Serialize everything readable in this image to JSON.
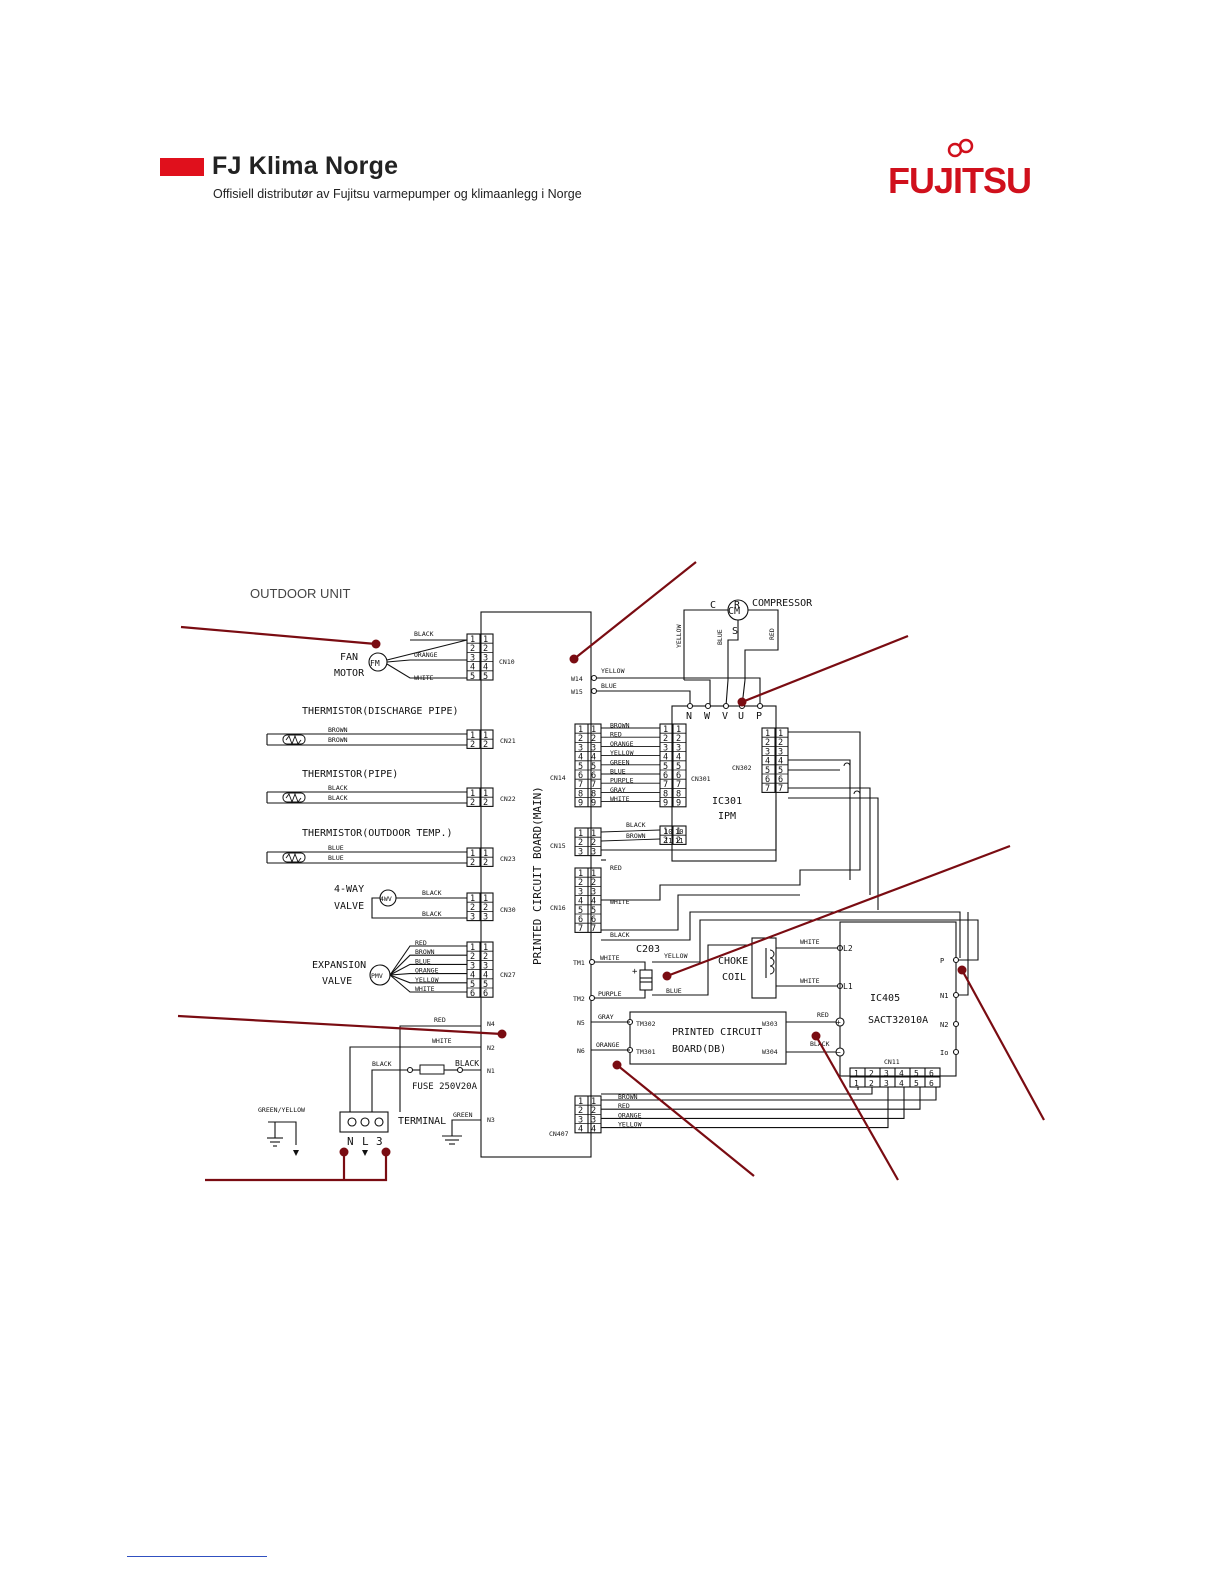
{
  "header": {
    "company": "FJ Klima Norge",
    "tagline": "Offisiell distributør av Fujitsu varmepumper og klimaanlegg i Norge",
    "brand": "FUJITSU",
    "accent_color": "#e0101c",
    "brand_icon": "fujitsu-infinity-icon"
  },
  "diagram": {
    "unit_title": "OUTDOOR UNIT",
    "main_board": "PRINTED CIRCUIT BOARD(MAIN)",
    "fan": {
      "label1": "FAN",
      "label2": "MOTOR",
      "symbol": "FM",
      "connector": "CN10",
      "wires": [
        "BLACK",
        "ORANGE",
        "WHITE"
      ]
    },
    "therm_discharge": {
      "label": "THERMISTOR(DISCHARGE PIPE)",
      "connector": "CN21",
      "wires": [
        "BROWN",
        "BROWN"
      ]
    },
    "therm_pipe": {
      "label": "THERMISTOR(PIPE)",
      "connector": "CN22",
      "wires": [
        "BLACK",
        "BLACK"
      ]
    },
    "therm_outdoor": {
      "label": "THERMISTOR(OUTDOOR TEMP.)",
      "connector": "CN23",
      "wires": [
        "BLUE",
        "BLUE"
      ]
    },
    "valve4": {
      "label1": "4-WAY",
      "label2": "VALVE",
      "symbol": "4WV",
      "connector": "CN30",
      "wires": [
        "BLACK",
        "BLACK"
      ]
    },
    "expansion": {
      "label1": "EXPANSION",
      "label2": "VALVE",
      "symbol": "PMV",
      "connector": "CN27",
      "wires": [
        "RED",
        "BROWN",
        "BLUE",
        "ORANGE",
        "YELLOW",
        "WHITE"
      ]
    },
    "compressor": {
      "label": "COMPRESSOR",
      "symbol": "CM",
      "pins": [
        "C",
        "R",
        "S"
      ],
      "wires": [
        "YELLOW",
        "BLUE",
        "RED"
      ]
    },
    "ipm": {
      "name1": "IC301",
      "name2": "IPM",
      "terminals": [
        "N",
        "W",
        "V",
        "U",
        "P"
      ],
      "cn301": "CN301",
      "cn302": "CN302"
    },
    "cn14": {
      "label": "CN14",
      "wires": [
        "BROWN",
        "RED",
        "ORANGE",
        "YELLOW",
        "GREEN",
        "BLUE",
        "PURPLE",
        "GRAY",
        "WHITE"
      ]
    },
    "cn15": {
      "label": "CN15",
      "wires": [
        "BLACK",
        "BROWN",
        "RED"
      ]
    },
    "cn16": {
      "label": "CN16",
      "wires": [
        "WHITE",
        "BLACK"
      ]
    },
    "w14": {
      "label": "W14",
      "wire": "YELLOW"
    },
    "w15": {
      "label": "W15",
      "wire": "BLUE"
    },
    "capacitor": {
      "label": "C203",
      "wires": [
        "WHITE",
        "PURPLE",
        "YELLOW",
        "BLUE"
      ],
      "tm1": "TM1",
      "tm2": "TM2"
    },
    "choke": {
      "label1": "CHOKE",
      "label2": "COIL",
      "wires": [
        "WHITE",
        "WHITE"
      ],
      "l2": "L2",
      "l1": "L1"
    },
    "ic405": {
      "name1": "IC405",
      "name2": "SACT32010A",
      "pins": [
        "P",
        "N1",
        "N2",
        "Io"
      ],
      "cn11": "CN11",
      "wires": [
        "RED",
        "BLACK"
      ]
    },
    "db_board": {
      "label1": "PRINTED CIRCUIT",
      "label2": "BOARD(DB)",
      "tm302": "TM302",
      "tm301": "TM301",
      "w303": "W303",
      "w304": "W304"
    },
    "n5": {
      "label": "N5",
      "wire": "GRAY"
    },
    "n6": {
      "label": "N6",
      "wire": "ORANGE"
    },
    "cn407": {
      "label": "CN407",
      "wires": [
        "BROWN",
        "RED",
        "ORANGE",
        "YELLOW"
      ]
    },
    "power": {
      "n4": "N4",
      "n2": "N2",
      "n1": "N1",
      "n3": "N3",
      "wires": [
        "RED",
        "WHITE",
        "BLACK",
        "BLACK",
        "GREEN"
      ],
      "fuse": "FUSE 250V20A",
      "terminal": "TERMINAL",
      "earth": "GREEN/YELLOW",
      "terminal_pins": [
        "N",
        "L",
        "3"
      ]
    },
    "callout_color": "#7a0c12"
  }
}
